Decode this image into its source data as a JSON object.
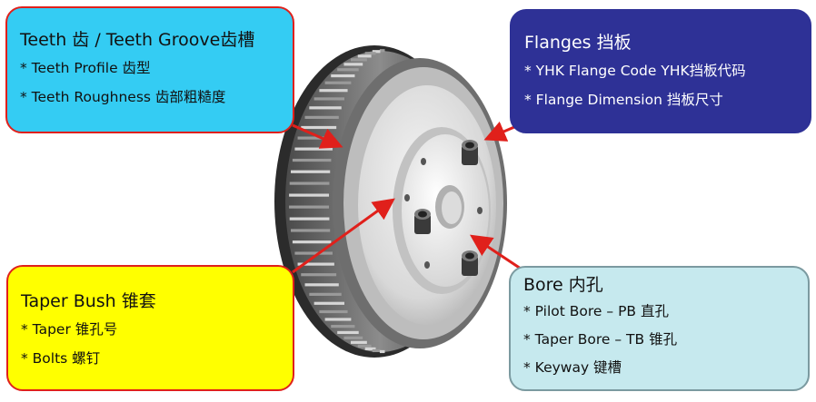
{
  "teeth": {
    "title": "Teeth 齿 / Teeth Groove齿槽",
    "items": [
      "* Teeth Profile 齿型",
      "* Teeth Roughness 齿部粗糙度"
    ]
  },
  "flanges": {
    "title": "Flanges 挡板",
    "items": [
      "* YHK Flange Code  YHK挡板代码",
      "* Flange Dimension 挡板尺寸"
    ]
  },
  "taper": {
    "title": "Taper Bush 锥套",
    "items": [
      "* Taper 锥孔号",
      "* Bolts 螺钉"
    ]
  },
  "bore": {
    "title": "Bore 内孔",
    "items": [
      "* Pilot Bore – PB 直孔",
      "* Taper Bore – TB 锥孔",
      "* Keyway  键槽"
    ]
  },
  "colors": {
    "teeth_box": "#34ccf3",
    "flanges_box": "#2e3196",
    "taper_box": "#ffff00",
    "bore_box": "#c6e9ee",
    "arrow": "#e0201b"
  }
}
